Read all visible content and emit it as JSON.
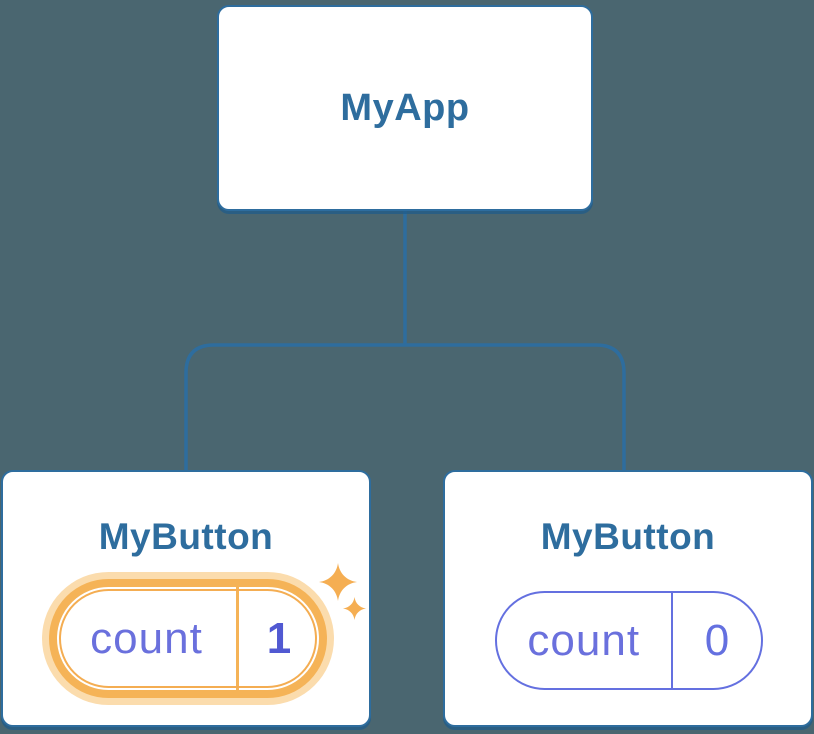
{
  "diagram": {
    "background_color": "#4a6670",
    "node_border_color": "#2e6d9e",
    "connector_color": "#2e6d9e",
    "state_purple_color": "#6a70dd",
    "highlight_orange_color": "#f5b357",
    "highlight_glow_color": "#fbdcad",
    "root": {
      "label": "MyApp"
    },
    "children": [
      {
        "label": "MyButton",
        "state_key": "count",
        "state_value": "1",
        "highlighted": true,
        "decoration": "sparkles-icon"
      },
      {
        "label": "MyButton",
        "state_key": "count",
        "state_value": "0",
        "highlighted": false
      }
    ]
  }
}
